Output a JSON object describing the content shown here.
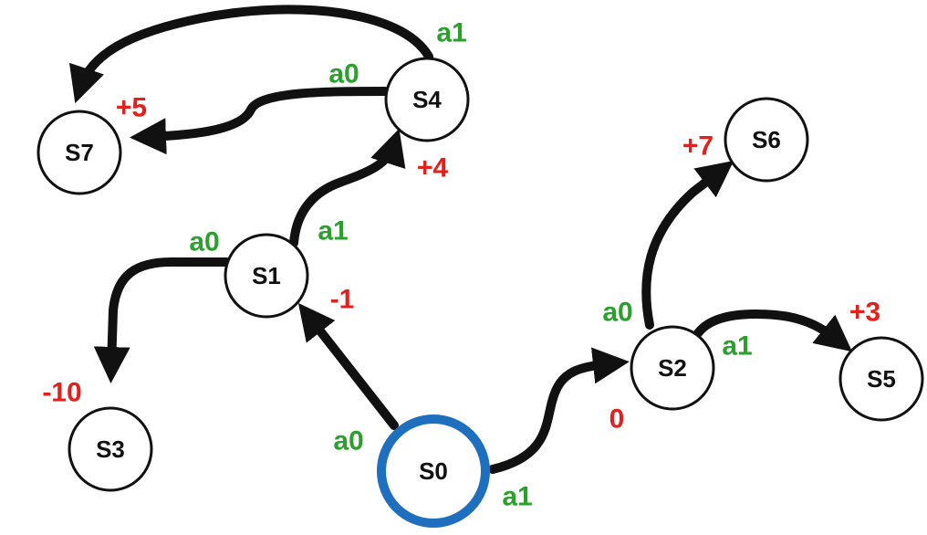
{
  "colors": {
    "action": "#2ca02c",
    "reward": "#e3201b",
    "start": "#1f6fbf",
    "edge": "#111111"
  },
  "nodes": {
    "s0": {
      "label": "S0"
    },
    "s1": {
      "label": "S1"
    },
    "s2": {
      "label": "S2"
    },
    "s3": {
      "label": "S3"
    },
    "s4": {
      "label": "S4"
    },
    "s5": {
      "label": "S5"
    },
    "s6": {
      "label": "S6"
    },
    "s7": {
      "label": "S7"
    }
  },
  "edges": {
    "s0_s1": {
      "action": "a0"
    },
    "s0_s2": {
      "action": "a1"
    },
    "s1_s3": {
      "action": "a0"
    },
    "s1_s4": {
      "action": "a1"
    },
    "s2_s6": {
      "action": "a0"
    },
    "s2_s5": {
      "action": "a1"
    },
    "s4_s7_a0": {
      "action": "a0"
    },
    "s4_s7_a1": {
      "action": "a1"
    }
  },
  "rewards": {
    "s1": "-1",
    "s2": "0",
    "s3": "-10",
    "s4": "+4",
    "s5": "+3",
    "s6": "+7",
    "s7": "+5"
  }
}
